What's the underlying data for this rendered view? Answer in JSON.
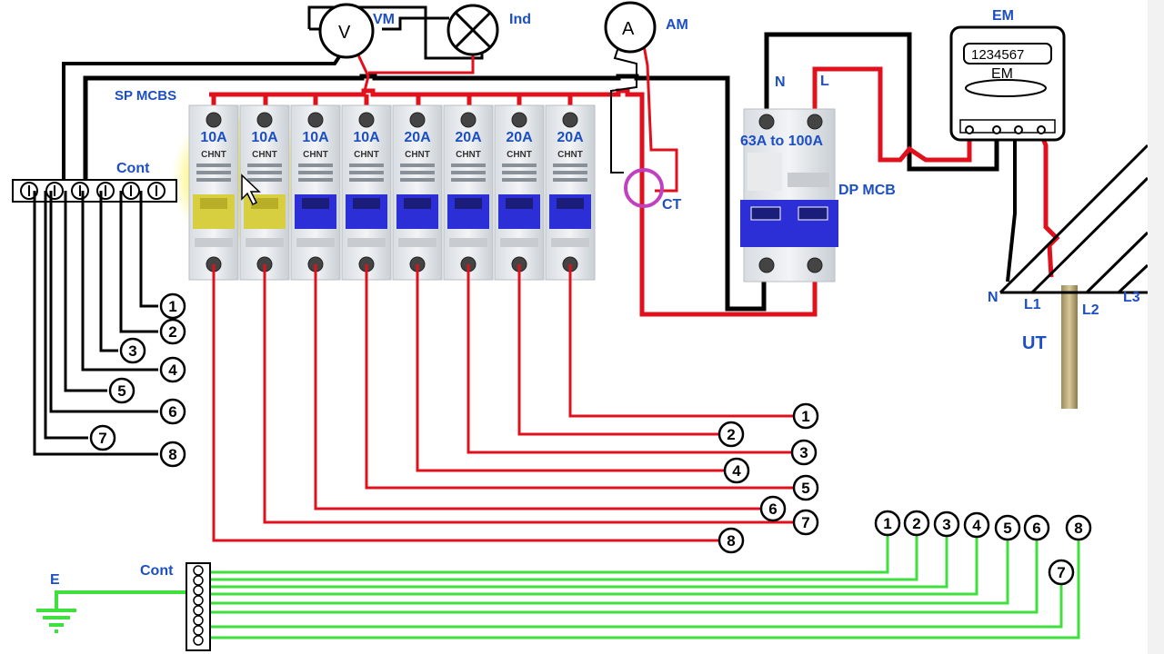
{
  "labels": {
    "vm": "VM",
    "ind": "Ind",
    "am": "AM",
    "em_title": "EM",
    "em_counter": "1234567",
    "em_face": "EM",
    "sp_mcbs": "SP MCBS",
    "cont_top": "Cont",
    "cont_bottom": "Cont",
    "earth": "E",
    "ct": "CT",
    "dp_mcb": "DP MCB",
    "dp_rating": "63A to 100A",
    "neutral": "N",
    "live": "L",
    "n_line": "N",
    "l1": "L1",
    "l2": "L2",
    "l3": "L3",
    "ut": "UT",
    "v_symbol": "V",
    "a_symbol": "A"
  },
  "breakers": [
    {
      "rating": "10A",
      "brand": "CHNT"
    },
    {
      "rating": "10A",
      "brand": "CHNT"
    },
    {
      "rating": "10A",
      "brand": "CHNT"
    },
    {
      "rating": "10A",
      "brand": "CHNT"
    },
    {
      "rating": "20A",
      "brand": "CHNT"
    },
    {
      "rating": "20A",
      "brand": "CHNT"
    },
    {
      "rating": "20A",
      "brand": "CHNT"
    },
    {
      "rating": "20A",
      "brand": "CHNT"
    }
  ],
  "neutral_numbers": [
    "1",
    "2",
    "3",
    "4",
    "5",
    "6",
    "7",
    "8"
  ],
  "live_numbers": [
    "1",
    "2",
    "3",
    "4",
    "5",
    "6",
    "7",
    "8"
  ],
  "earth_numbers": [
    "1",
    "2",
    "3",
    "4",
    "5",
    "6",
    "7",
    "8"
  ],
  "colors": {
    "live": "#e0101c",
    "neutral": "#000000",
    "earth": "#3de03d",
    "label": "#1d4fc4",
    "highlight": "#fff200",
    "breaker_blue": "#2c2fd6",
    "ct_ring": "#c040c0"
  }
}
